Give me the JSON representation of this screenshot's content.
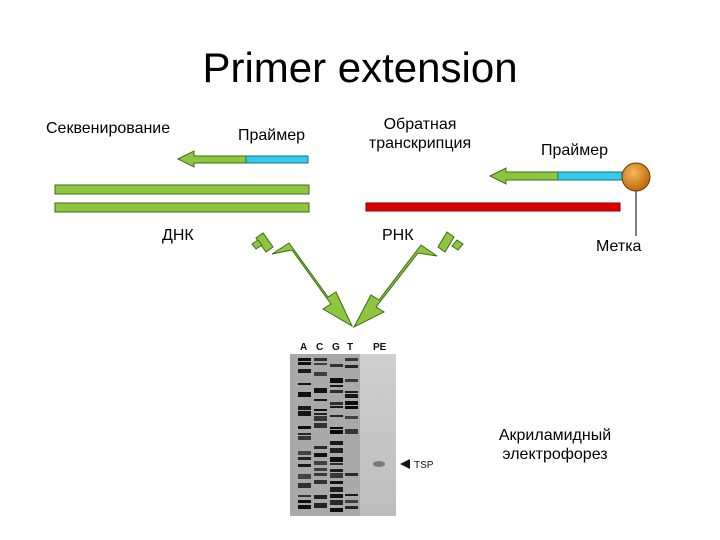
{
  "title": "Primer extension",
  "labels": {
    "sequencing": "Секвенирование",
    "primer_left": "Праймер",
    "reverse_transcription_line1": "Обратная",
    "reverse_transcription_line2": "транскрипция",
    "primer_right": "Праймер",
    "dna": "ДНК",
    "rna": "РНК",
    "label_tag": "Метка",
    "electrophoresis_line1": "Акриламидный",
    "electrophoresis_line2": "электрофорез"
  },
  "gel": {
    "lanes": [
      "A",
      "C",
      "G",
      "T"
    ],
    "pe_lane": "PE",
    "marker": "TSP"
  },
  "colors": {
    "green": "#8ec63f",
    "cyan": "#33ccee",
    "red": "#e00000",
    "probe": "#e08a1a"
  }
}
